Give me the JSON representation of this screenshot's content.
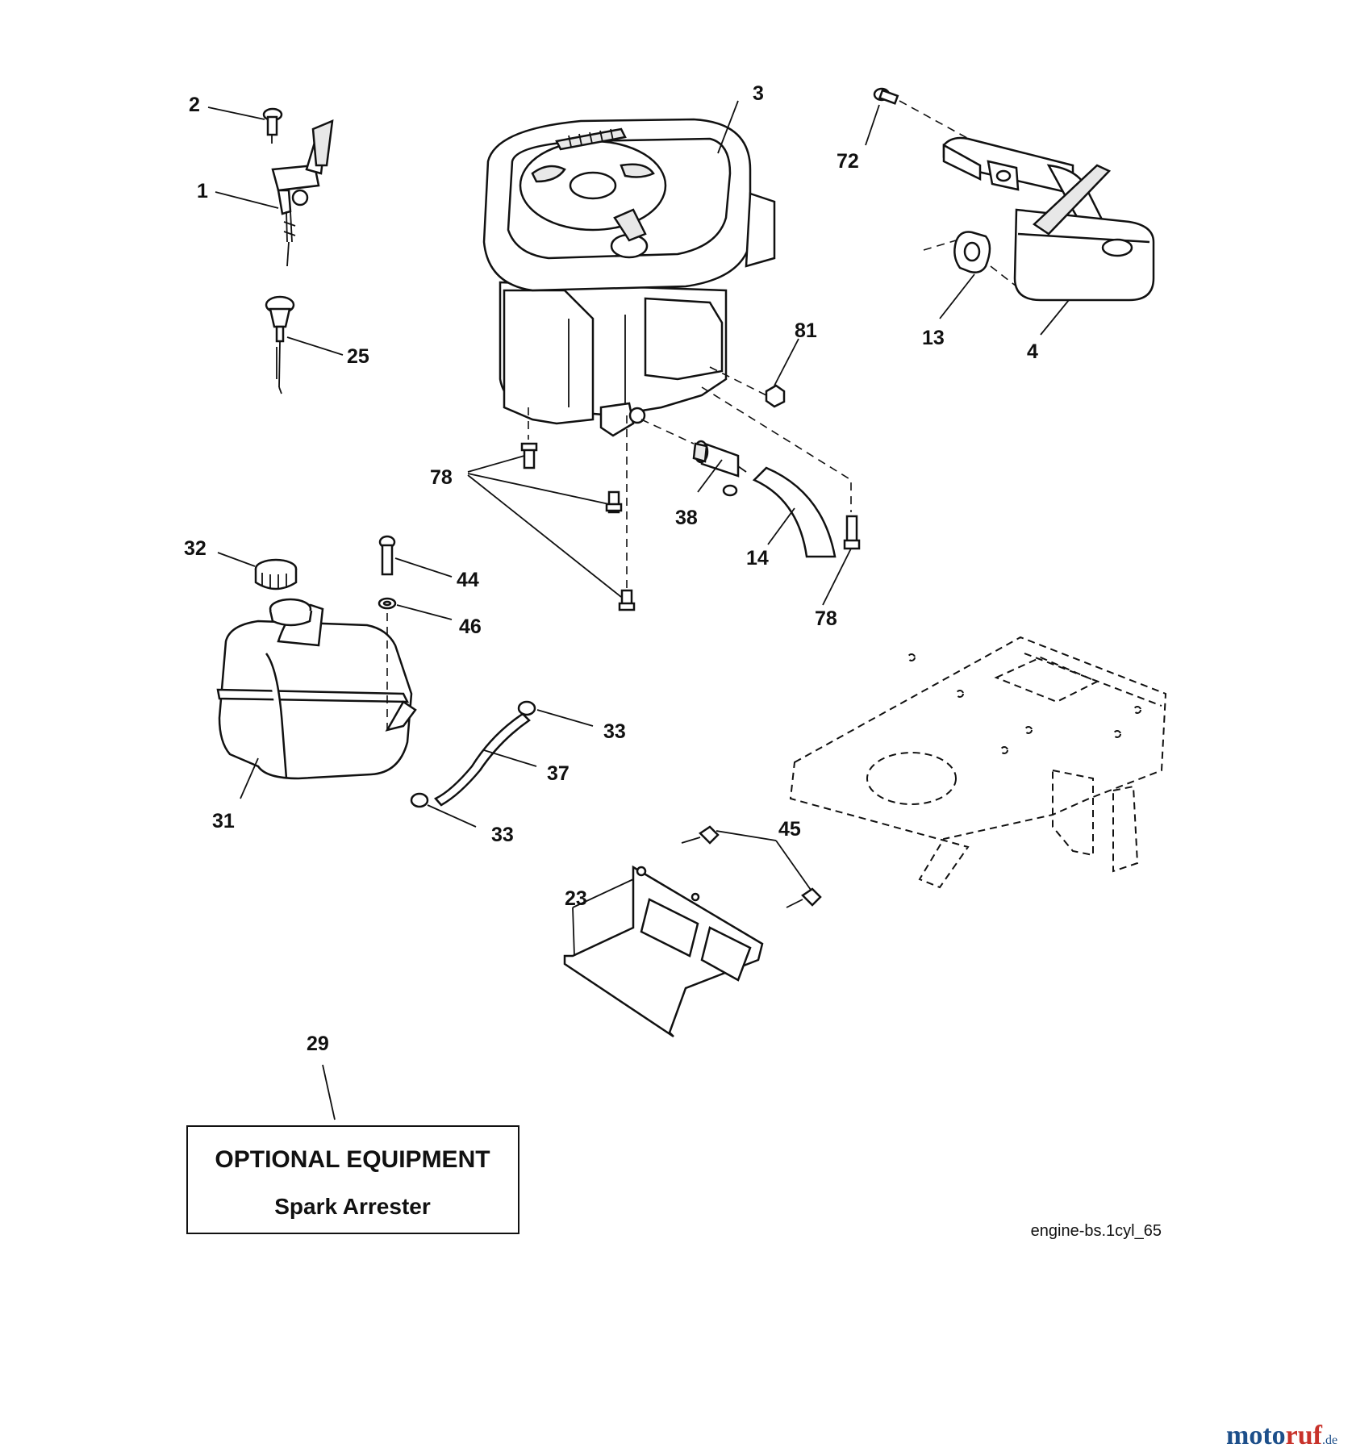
{
  "callouts": {
    "c1": "1",
    "c2": "2",
    "c3": "3",
    "c4": "4",
    "c13": "13",
    "c14": "14",
    "c23": "23",
    "c25": "25",
    "c29": "29",
    "c31": "31",
    "c32": "32",
    "c33a": "33",
    "c33b": "33",
    "c37": "37",
    "c38": "38",
    "c44": "44",
    "c45": "45",
    "c46": "46",
    "c72": "72",
    "c78a": "78",
    "c78b": "78",
    "c81": "81"
  },
  "optional_box": {
    "title": "OPTIONAL EQUIPMENT",
    "subtitle": "Spark Arrester"
  },
  "diagram_code": "engine-bs.1cyl_65",
  "watermark": {
    "part_a": "moto",
    "part_b": "ruf",
    "suffix": ".de"
  }
}
